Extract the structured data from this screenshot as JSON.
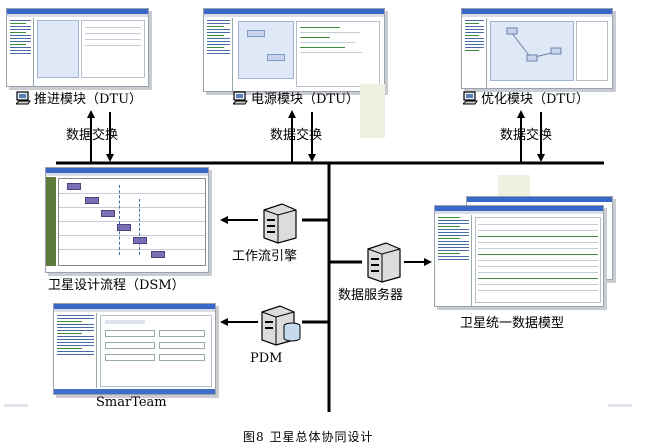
{
  "modules": [
    {
      "label": "推进模块（DTU）",
      "exchange": "数据交换"
    },
    {
      "label": "电源模块（DTU）",
      "exchange": "数据交换"
    },
    {
      "label": "优化模块（DTU）",
      "exchange": "数据交换"
    }
  ],
  "workflow_engine": "工作流引擎",
  "data_server": "数据服务器",
  "pdm": "PDM",
  "smarteam": "SmarTeam",
  "dsm_label": "卫星设计流程（DSM）",
  "data_model_label": "卫星统一数据模型",
  "figure_caption": "图8 卫星总体协同设计",
  "icons": {
    "pc": "computer-icon",
    "server": "server-icon",
    "db": "database-server-icon"
  },
  "colors": {
    "bus": "#000000",
    "window_title": "#3a68c8",
    "canvas": "#dfe8f6"
  }
}
